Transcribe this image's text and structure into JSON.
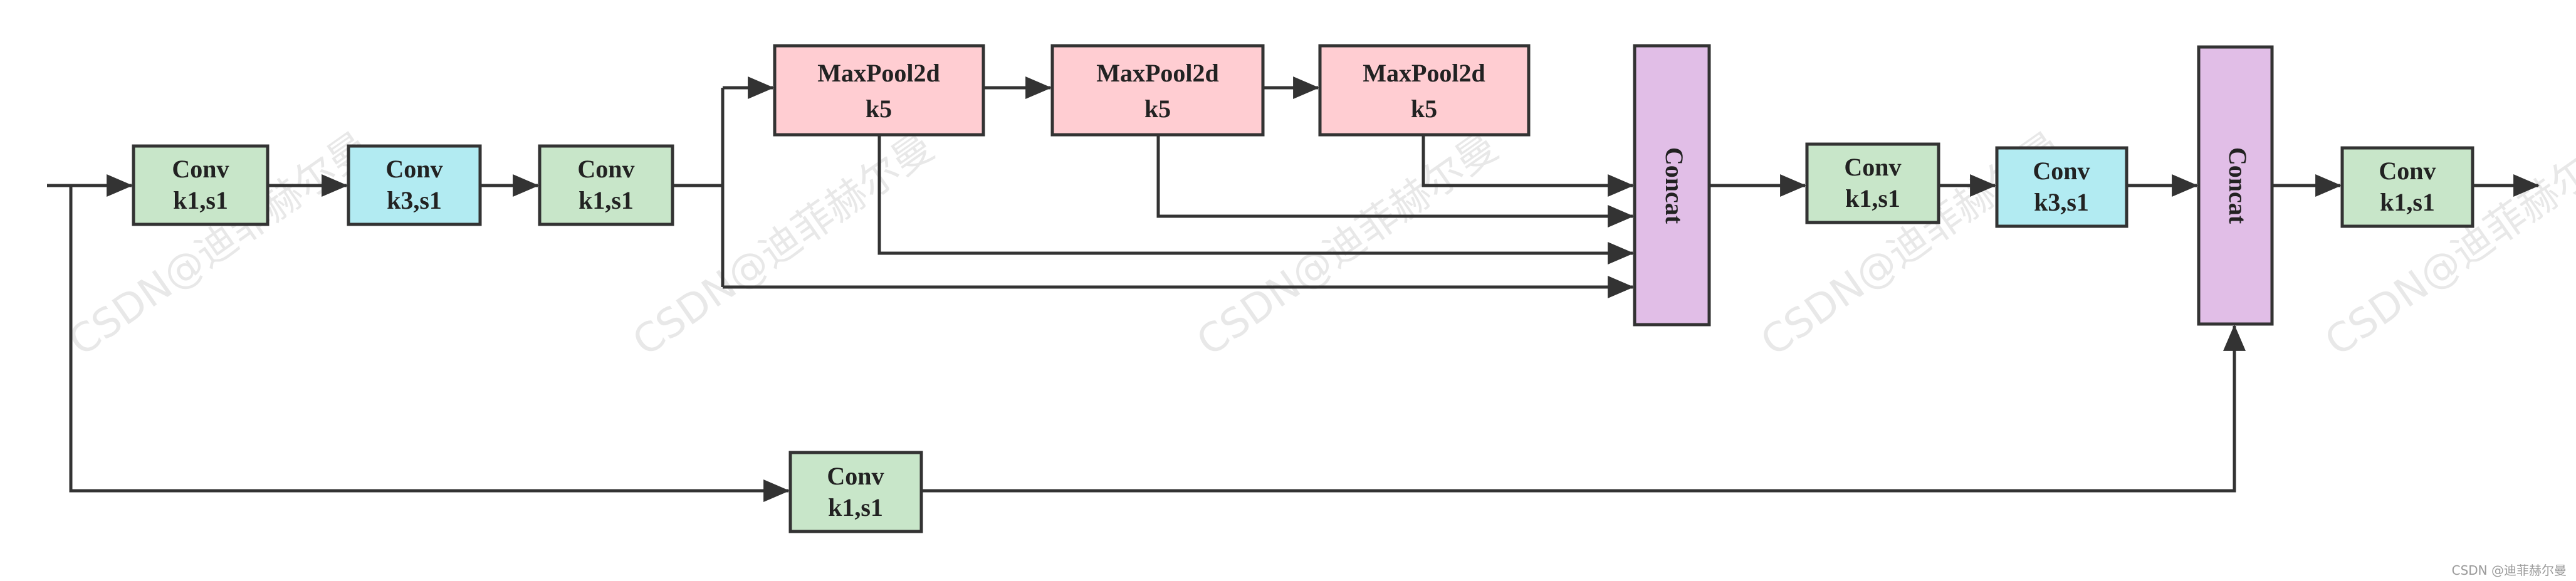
{
  "colors": {
    "conv_k1": "#c8e6c9",
    "conv_k3": "#b2ebf2",
    "maxpool": "#ffcdd2",
    "concat": "#e1bee7",
    "stroke": "#333333",
    "edge": "#333333"
  },
  "nodes": {
    "conv1": {
      "line1": "Conv",
      "line2": "k1,s1"
    },
    "conv2": {
      "line1": "Conv",
      "line2": "k3,s1"
    },
    "conv3": {
      "line1": "Conv",
      "line2": "k1,s1"
    },
    "maxpool1": {
      "line1": "MaxPool2d",
      "line2": "k5"
    },
    "maxpool2": {
      "line1": "MaxPool2d",
      "line2": "k5"
    },
    "maxpool3": {
      "line1": "MaxPool2d",
      "line2": "k5"
    },
    "concat1": {
      "label": "Concat"
    },
    "conv4": {
      "line1": "Conv",
      "line2": "k1,s1"
    },
    "conv5": {
      "line1": "Conv",
      "line2": "k3,s1"
    },
    "concat2": {
      "label": "Concat"
    },
    "conv6": {
      "line1": "Conv",
      "line2": "k1,s1"
    },
    "conv_shortcut": {
      "line1": "Conv",
      "line2": "k1,s1"
    }
  },
  "watermark": {
    "text": "CSDN@迪菲赫尔曼",
    "footer": "CSDN @迪菲赫尔曼"
  }
}
